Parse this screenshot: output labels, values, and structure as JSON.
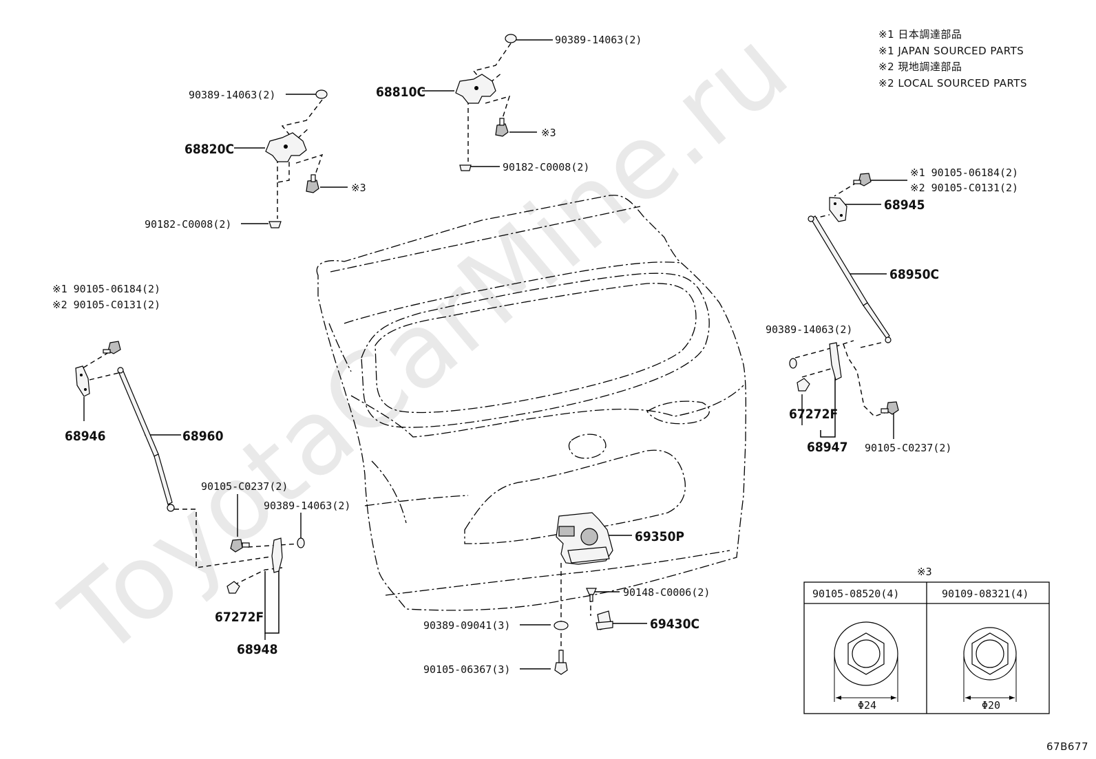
{
  "watermark": "ToyotaCarMine.ru",
  "legend": {
    "line1": "※1 日本調達部品",
    "line2": "※1 JAPAN SOURCED PARTS",
    "line3": "※2 現地調達部品",
    "line4": "※2 LOCAL SOURCED PARTS"
  },
  "diagram_code": "67B677",
  "labels": {
    "nut_top_center": "90389-14063(2)",
    "hinge_right": "68810C",
    "note3_center": "※3",
    "grommet_center": "90182-C0008(2)",
    "nut_top_left": "90389-14063(2)",
    "hinge_left": "68820C",
    "note3_left": "※3",
    "grommet_left": "90182-C0008(2)",
    "bolt_right_1": "※1 90105-06184(2)",
    "bolt_right_2": "※2 90105-C0131(2)",
    "bracket_right": "68945",
    "strut_right": "68950C",
    "bolt_left_1": "※1 90105-06184(2)",
    "bolt_left_2": "※2 90105-C0131(2)",
    "bracket_left": "68946",
    "strut_left": "68960",
    "nut_right_stay": "90389-14063(2)",
    "stopper_right": "67272F",
    "stay_right": "68947",
    "bolt_right_stay": "90105-C0237(2)",
    "bolt_left_stay": "90105-C0237(2)",
    "nut_left_stay": "90389-14063(2)",
    "stopper_left": "67272F",
    "stay_left": "68948",
    "lock": "69350P",
    "screw_cover": "90148-C0006(2)",
    "cover": "69430C",
    "nut_lock": "90389-09041(3)",
    "bolt_lock": "90105-06367(3)"
  },
  "table": {
    "note": "※3",
    "col1_header": "90105-08520(4)",
    "col2_header": "90109-08321(4)",
    "col1_dim": "Φ24",
    "col2_dim": "Φ20"
  }
}
